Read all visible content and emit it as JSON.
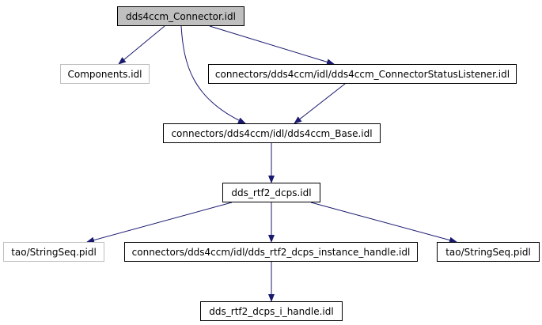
{
  "graph": {
    "nodes": {
      "root": {
        "label": "dds4ccm_Connector.idl",
        "style": "highlighted"
      },
      "components": {
        "label": "Components.idl",
        "style": "external"
      },
      "status_listener": {
        "label": "connectors/dds4ccm/idl/dds4ccm_ConnectorStatusListener.idl",
        "style": "normal"
      },
      "base": {
        "label": "connectors/dds4ccm/idl/dds4ccm_Base.idl",
        "style": "normal"
      },
      "rtf2_dcps": {
        "label": "dds_rtf2_dcps.idl",
        "style": "normal"
      },
      "stringseq_left": {
        "label": "tao/StringSeq.pidl",
        "style": "external"
      },
      "instance_handle": {
        "label": "connectors/dds4ccm/idl/dds_rtf2_dcps_instance_handle.idl",
        "style": "normal"
      },
      "stringseq_right": {
        "label": "tao/StringSeq.pidl",
        "style": "normal"
      },
      "i_handle": {
        "label": "dds_rtf2_dcps_i_handle.idl",
        "style": "normal"
      }
    },
    "edges": [
      {
        "from": "root",
        "to": "components"
      },
      {
        "from": "root",
        "to": "status_listener"
      },
      {
        "from": "root",
        "to": "base"
      },
      {
        "from": "status_listener",
        "to": "base"
      },
      {
        "from": "base",
        "to": "rtf2_dcps"
      },
      {
        "from": "rtf2_dcps",
        "to": "stringseq_left"
      },
      {
        "from": "rtf2_dcps",
        "to": "instance_handle"
      },
      {
        "from": "rtf2_dcps",
        "to": "stringseq_right"
      },
      {
        "from": "instance_handle",
        "to": "i_handle"
      }
    ],
    "edge_color": "#191970",
    "root_fill": "#bfbfbf",
    "external_border": "#bfbfbf"
  }
}
